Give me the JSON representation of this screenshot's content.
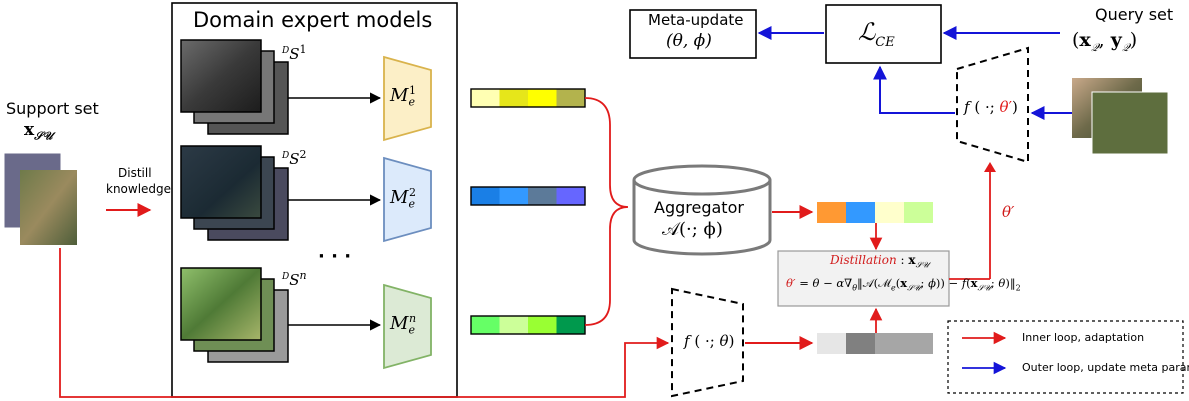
{
  "title": "Domain expert models",
  "support": {
    "label": "Support set",
    "symbol": "x_SU"
  },
  "distill": {
    "line1": "Distill",
    "line2": "knowledge"
  },
  "domains": [
    {
      "sub": "D",
      "label": "S",
      "sup": "1",
      "model": "M",
      "model_sub": "e",
      "model_sup": "1",
      "color": "#FCEFC7",
      "stroke": "#D9B34C"
    },
    {
      "sub": "D",
      "label": "S",
      "sup": "2",
      "model": "M",
      "model_sub": "e",
      "model_sup": "2",
      "color": "#DCEAFB",
      "stroke": "#6C8EBF"
    },
    {
      "sub": "D",
      "label": "S",
      "sup": "n",
      "model": "M",
      "model_sub": "e",
      "model_sup": "n",
      "color": "#DCEAD5",
      "stroke": "#82B366"
    }
  ],
  "ellipsis": "· · ·",
  "feature_colors": {
    "bar1": [
      "#FFFFB3",
      "#E6E61A",
      "#FFFF00",
      "#B3B34D"
    ],
    "bar2": [
      "#1A7FE6",
      "#3399FF",
      "#5C7A99",
      "#6666FF"
    ],
    "bar3": [
      "#66FF66",
      "#CCFF99",
      "#99FF33",
      "#00994D"
    ],
    "agg": [
      "#FF9933",
      "#3399FF",
      "#FFFFCC",
      "#CCFF99"
    ],
    "small": [
      "#E6E6E6",
      "#808080",
      "#A6A6A6",
      "#A6A6A6"
    ]
  },
  "aggregator": {
    "name": "Aggregator",
    "formula": "𝒜(·; ϕ)"
  },
  "meta_update": {
    "title": "Meta-update",
    "params": "(θ, ϕ)"
  },
  "loss": "ℒ_CE",
  "query": {
    "label": "Query set",
    "symbol": "(x_Q, y_Q)"
  },
  "f_prime": "f(·; θ′)",
  "f_theta": "f(·; θ)",
  "theta_prime": "θ′",
  "distillation": {
    "label": "Distillation",
    "suffix": ": x_SU",
    "formula": "= θ − α∇θ‖𝒜(ℳe(x_SU; ϕ)) − f(x_SU; θ)‖₂"
  },
  "legend": {
    "inner": "Inner loop, adaptation",
    "outer": "Outer loop, update meta parameters"
  },
  "colors": {
    "inner": "#E11B1B",
    "outer": "#1414D8",
    "formula_red": "#D11A1A"
  }
}
